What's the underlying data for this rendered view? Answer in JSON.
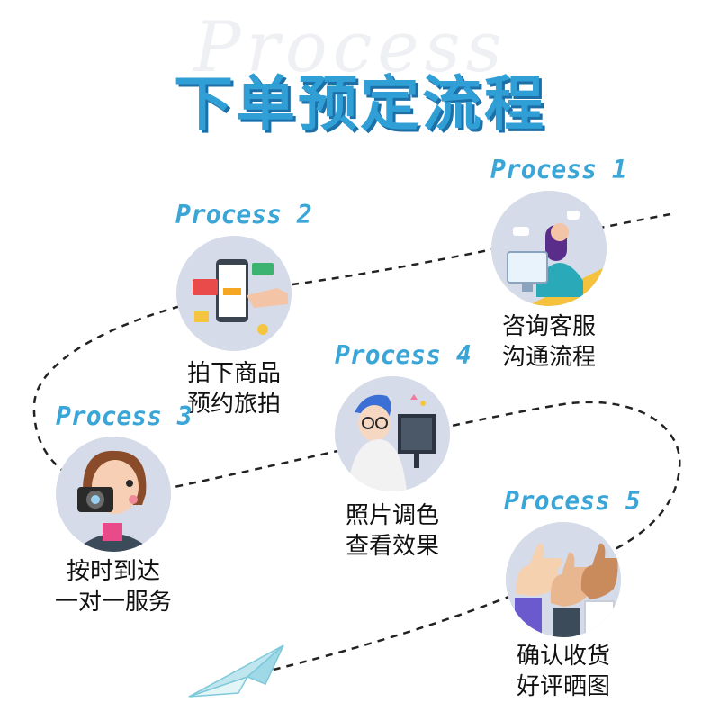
{
  "header": {
    "watermark": "Process",
    "title": "下单预定流程"
  },
  "steps": [
    {
      "label": "Process 1",
      "line1": "咨询客服",
      "line2": "沟通流程",
      "icon": "customer-service-icon"
    },
    {
      "label": "Process 2",
      "line1": "拍下商品",
      "line2": "预约旅拍",
      "icon": "mobile-payment-icon"
    },
    {
      "label": "Process 3",
      "line1": "按时到达",
      "line2": "一对一服务",
      "icon": "photographer-icon"
    },
    {
      "label": "Process 4",
      "line1": "照片调色",
      "line2": "查看效果",
      "icon": "photo-editing-icon"
    },
    {
      "label": "Process 5",
      "line1": "确认收货",
      "line2": "好评晒图",
      "icon": "thumbs-up-icon"
    }
  ],
  "colors": {
    "title": "#2f9fd6",
    "title_shadow": "#1d6fa8",
    "step_label": "#3aa6d8",
    "circle_bg": "#d6dbe9"
  }
}
